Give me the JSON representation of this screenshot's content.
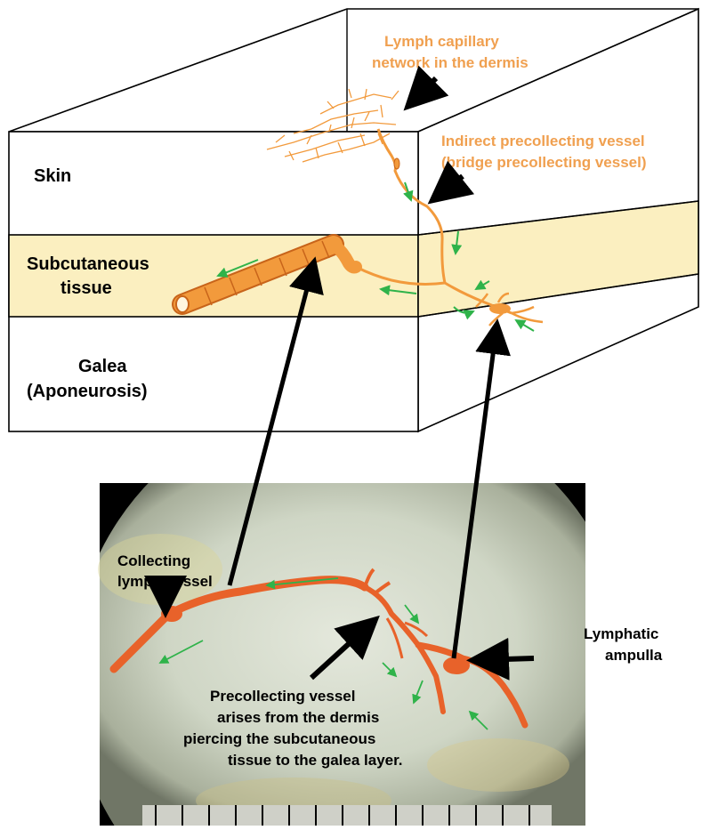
{
  "diagram": {
    "labels": {
      "skin": "Skin",
      "subcutaneous_line1": "Subcutaneous",
      "subcutaneous_line2": "tissue",
      "galea_line1": "Galea",
      "galea_line2": "(Aponeurosis)",
      "capillary_line1": "Lymph capillary",
      "capillary_line2": "network in the dermis",
      "indirect_line1": "Indirect precollecting vessel",
      "indirect_line2": "(bridge precollecting vessel)"
    },
    "photo_labels": {
      "collecting_line1": "Collecting",
      "collecting_line2": "lymph vessel",
      "ampulla_line1": "Lymphatic",
      "ampulla_line2": "ampulla",
      "precollecting_line1": "Precollecting vessel",
      "precollecting_line2": "arises from the dermis",
      "precollecting_line3": "piercing  the subcutaneous",
      "precollecting_line4": "tissue to the galea layer."
    },
    "colors": {
      "orange_text": "#f0a050",
      "vessel": "#f29a3c",
      "vessel_dark": "#c8641a",
      "fat_layer": "#fbefc0",
      "flow_arrow": "#2fb34a",
      "photo_bg": "#000000"
    }
  }
}
